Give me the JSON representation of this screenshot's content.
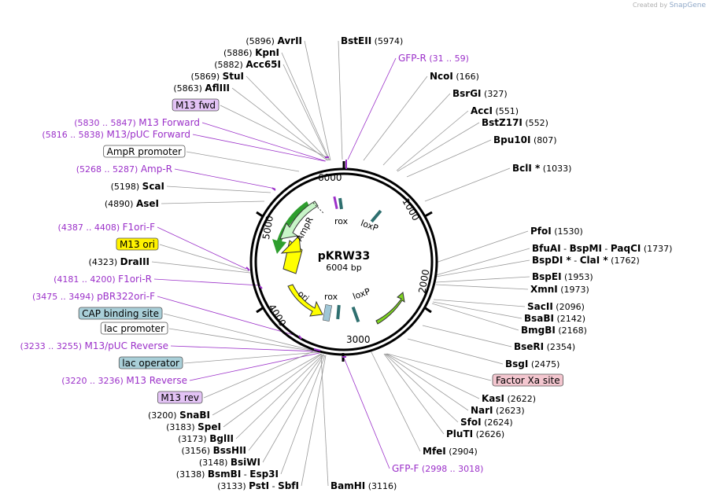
{
  "credit": {
    "prefix": "Created by",
    "brand": "SnapGene"
  },
  "plasmid": {
    "name": "pKRW33",
    "length": "6004 bp"
  },
  "ticks": [
    "1000",
    "2000",
    "3000",
    "4000",
    "5000",
    "6000"
  ],
  "inner_labels": {
    "ampr": "AmpR",
    "ori": "ori",
    "rox1": "rox",
    "loxp1": "loxP",
    "rox2": "rox",
    "loxp2": "loxP"
  },
  "left_labels": [
    {
      "pos": "(5896)",
      "name": "AvrII",
      "type": "enzyme"
    },
    {
      "pos": "(5886)",
      "name": "KpnI",
      "type": "enzyme"
    },
    {
      "pos": "(5882)",
      "name": "Acc65I",
      "type": "enzyme"
    },
    {
      "pos": "(5869)",
      "name": "StuI",
      "type": "enzyme"
    },
    {
      "pos": "(5863)",
      "name": "AflIII",
      "type": "enzyme"
    },
    {
      "name": "M13 fwd",
      "type": "box",
      "color": "#e3c3f5"
    },
    {
      "pos": "(5830 .. 5847)",
      "name": "M13 Forward",
      "type": "feature"
    },
    {
      "pos": "(5816 .. 5838)",
      "name": "M13/pUC Forward",
      "type": "feature"
    },
    {
      "name": "AmpR promoter",
      "type": "box",
      "color": "#ffffff"
    },
    {
      "pos": "(5268 .. 5287)",
      "name": "Amp-R",
      "type": "feature"
    },
    {
      "pos": "(5198)",
      "name": "ScaI",
      "type": "enzyme"
    },
    {
      "pos": "(4890)",
      "name": "AseI",
      "type": "enzyme"
    },
    {
      "pos": "(4387 .. 4408)",
      "name": "F1ori-F",
      "type": "feature"
    },
    {
      "name": "M13 ori",
      "type": "box",
      "color": "#fff200"
    },
    {
      "pos": "(4323)",
      "name": "DraIII",
      "type": "enzyme"
    },
    {
      "pos": "(4181 .. 4200)",
      "name": "F1ori-R",
      "type": "feature"
    },
    {
      "pos": "(3475 .. 3494)",
      "name": "pBR322ori-F",
      "type": "feature"
    },
    {
      "name": "CAP binding site",
      "type": "box",
      "color": "#a9cfd8"
    },
    {
      "name": "lac promoter",
      "type": "box",
      "color": "#ffffff"
    },
    {
      "pos": "(3233 .. 3255)",
      "name": "M13/pUC Reverse",
      "type": "feature"
    },
    {
      "name": "lac operator",
      "type": "box",
      "color": "#a9cfd8"
    },
    {
      "pos": "(3220 .. 3236)",
      "name": "M13 Reverse",
      "type": "feature"
    },
    {
      "name": "M13 rev",
      "type": "box",
      "color": "#e3c3f5"
    },
    {
      "pos": "(3200)",
      "name": "SnaBI",
      "type": "enzyme"
    },
    {
      "pos": "(3183)",
      "name": "SpeI",
      "type": "enzyme"
    },
    {
      "pos": "(3173)",
      "name": "BglII",
      "type": "enzyme"
    },
    {
      "pos": "(3156)",
      "name": "BssHII",
      "type": "enzyme"
    },
    {
      "pos": "(3148)",
      "name": "BsiWI",
      "type": "enzyme"
    },
    {
      "pos": "(3138)",
      "name": "BsmBI",
      "name2": "Esp3I",
      "type": "enzyme"
    },
    {
      "pos": "(3133)",
      "name": "PstI",
      "name2": "SbfI",
      "type": "enzyme"
    }
  ],
  "right_labels": [
    {
      "name": "BstEII",
      "pos": "(5974)",
      "type": "enzyme"
    },
    {
      "name": "GFP-R",
      "pos": "(31 .. 59)",
      "type": "feature"
    },
    {
      "name": "NcoI",
      "pos": "(166)",
      "type": "enzyme"
    },
    {
      "name": "BsrGI",
      "pos": "(327)",
      "type": "enzyme"
    },
    {
      "name": "AccI",
      "pos": "(551)",
      "type": "enzyme"
    },
    {
      "name": "BstZ17I",
      "pos": "(552)",
      "type": "enzyme"
    },
    {
      "name": "Bpu10I",
      "pos": "(807)",
      "type": "enzyme"
    },
    {
      "name": "BclI *",
      "pos": "(1033)",
      "type": "enzyme"
    },
    {
      "name": "PfoI",
      "pos": "(1530)",
      "type": "enzyme"
    },
    {
      "name": "BfuAI",
      "name2": "BspMI",
      "name3": "PaqCI",
      "pos": "(1737)",
      "type": "enzyme"
    },
    {
      "name": "BspDI *",
      "name2": "ClaI *",
      "pos": "(1762)",
      "type": "enzyme"
    },
    {
      "name": "BspEI",
      "pos": "(1953)",
      "type": "enzyme"
    },
    {
      "name": "XmnI",
      "pos": "(1973)",
      "type": "enzyme"
    },
    {
      "name": "SacII",
      "pos": "(2096)",
      "type": "enzyme"
    },
    {
      "name": "BsaBI",
      "pos": "(2142)",
      "type": "enzyme"
    },
    {
      "name": "BmgBI",
      "pos": "(2168)",
      "type": "enzyme"
    },
    {
      "name": "BseRI",
      "pos": "(2354)",
      "type": "enzyme"
    },
    {
      "name": "BsgI",
      "pos": "(2475)",
      "type": "enzyme"
    },
    {
      "name": "Factor Xa site",
      "type": "box",
      "color": "#f3c6cf"
    },
    {
      "name": "KasI",
      "pos": "(2622)",
      "type": "enzyme"
    },
    {
      "name": "NarI",
      "pos": "(2623)",
      "type": "enzyme"
    },
    {
      "name": "SfoI",
      "pos": "(2624)",
      "type": "enzyme"
    },
    {
      "name": "PluTI",
      "pos": "(2626)",
      "type": "enzyme"
    },
    {
      "name": "MfeI",
      "pos": "(2904)",
      "type": "enzyme"
    },
    {
      "name": "GFP-F",
      "pos": "(2998 .. 3018)",
      "type": "feature"
    },
    {
      "name": "BamHI",
      "pos": "(3116)",
      "type": "enzyme"
    }
  ],
  "colors": {
    "feature_text": "#9b30c9",
    "ampr": "#c8f5c8",
    "ori": "#ffff00",
    "green_arrow": "#7ed321"
  }
}
